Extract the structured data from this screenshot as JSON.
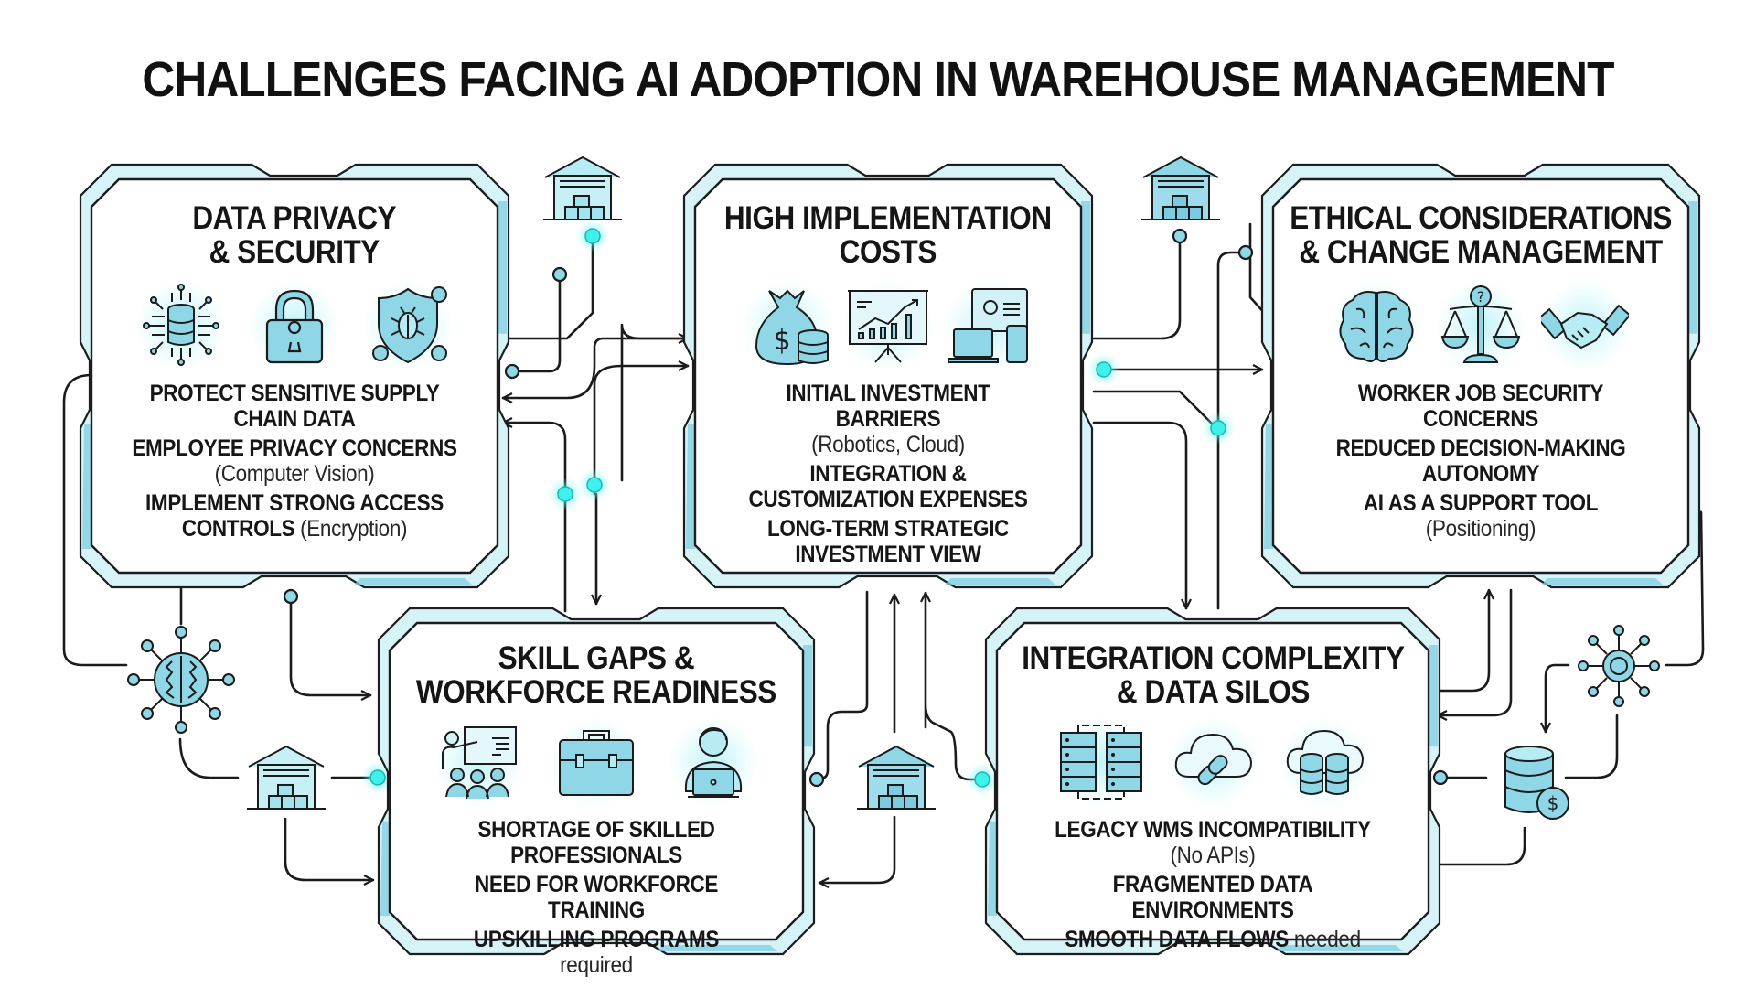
{
  "title": "CHALLENGES FACING AI ADOPTION IN WAREHOUSE MANAGEMENT",
  "colors": {
    "frame_stroke": "#1d1d1d",
    "frame_fill_light": "#d6f3f8",
    "frame_fill_dark": "#7fcde0",
    "icon_fill": "#8ad6e6",
    "glow_node": "#3ff0ec",
    "connector": "#1b1b1b"
  },
  "cards": [
    {
      "id": "data-privacy",
      "title": [
        "DATA PRIVACY",
        "& SECURITY"
      ],
      "icons": [
        "database-circuit-icon",
        "padlock-icon",
        "shield-bug-icon"
      ],
      "points": [
        {
          "main": "PROTECT SENSITIVE SUPPLY CHAIN DATA",
          "sub": ""
        },
        {
          "main": "EMPLOYEE PRIVACY CONCERNS",
          "sub": "(Computer Vision)",
          "sub_newline": true
        },
        {
          "main": "IMPLEMENT STRONG ACCESS CONTROLS",
          "sub": "(Encryption)",
          "sub_newline": false
        }
      ]
    },
    {
      "id": "high-costs",
      "title": [
        "HIGH IMPLEMENTATION",
        "COSTS"
      ],
      "icons": [
        "money-bag-coins-icon",
        "presentation-chart-icon",
        "devices-icon"
      ],
      "points": [
        {
          "main": "INITIAL INVESTMENT BARRIERS",
          "sub": "(Robotics, Cloud)",
          "sub_newline": true
        },
        {
          "main": "INTEGRATION & CUSTOMIZATION EXPENSES",
          "sub": ""
        },
        {
          "main": "LONG-TERM STRATEGIC INVESTMENT VIEW",
          "sub": ""
        }
      ]
    },
    {
      "id": "ethical",
      "title": [
        "ETHICAL CONSIDERATIONS",
        "& CHANGE MANAGEMENT"
      ],
      "icons": [
        "brain-icon",
        "scales-question-icon",
        "handshake-robot-icon"
      ],
      "points": [
        {
          "main": "WORKER JOB SECURITY CONCERNS",
          "sub": ""
        },
        {
          "main": "REDUCED DECISION-MAKING AUTONOMY",
          "sub": ""
        },
        {
          "main": "AI AS A SUPPORT TOOL",
          "sub": "(Positioning)",
          "sub_newline": true
        }
      ]
    },
    {
      "id": "skill-gaps",
      "title": [
        "SKILL GAPS &",
        "WORKFORCE READINESS"
      ],
      "icons": [
        "teacher-class-icon",
        "toolbox-icon",
        "person-laptop-icon"
      ],
      "points": [
        {
          "main": "SHORTAGE OF SKILLED PROFESSIONALS",
          "sub": ""
        },
        {
          "main": "NEED FOR WORKFORCE TRAINING",
          "sub": ""
        },
        {
          "main": "UPSKILLING PROGRAMS",
          "sub": "required",
          "sub_newline": true
        }
      ]
    },
    {
      "id": "integration",
      "title": [
        "INTEGRATION COMPLEXITY",
        "& DATA SILOS"
      ],
      "icons": [
        "server-racks-icon",
        "cloud-link-icon",
        "cloud-split-database-icon"
      ],
      "points": [
        {
          "main": "LEGACY WMS INCOMPATIBILITY",
          "sub": "(No APIs)",
          "sub_newline": false
        },
        {
          "main": "FRAGMENTED DATA ENVIRONMENTS",
          "sub": ""
        },
        {
          "main": "SMOOTH DATA FLOWS",
          "sub": "needed",
          "sub_newline": false
        }
      ]
    }
  ],
  "decorations": [
    "warehouse-icon",
    "warehouse-icon",
    "warehouse-icon",
    "warehouse-icon",
    "ai-brain-network-icon",
    "network-hub-icon",
    "database-dollar-icon"
  ]
}
